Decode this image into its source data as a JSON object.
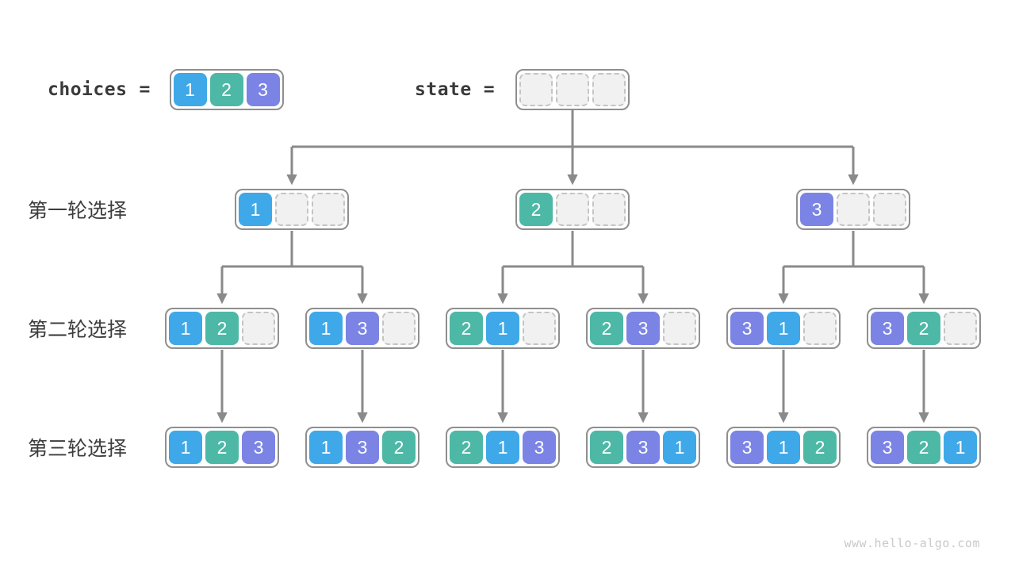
{
  "legend": {
    "choices_label": "choices",
    "state_label": "state",
    "equals": "=",
    "choices_values": [
      "1",
      "2",
      "3"
    ],
    "state_values": [
      "",
      "",
      ""
    ]
  },
  "colors": {
    "1": "#3FA8E8",
    "2": "#4DB8A6",
    "3": "#7B84E4",
    "line": "#8a8a8a",
    "box_border": "#8f8f8f",
    "empty_fill": "#f1f1f1"
  },
  "rows": [
    {
      "label": "第一轮选择",
      "nodes": [
        [
          "1",
          "",
          ""
        ],
        [
          "2",
          "",
          ""
        ],
        [
          "3",
          "",
          ""
        ]
      ]
    },
    {
      "label": "第二轮选择",
      "nodes": [
        [
          "1",
          "2",
          ""
        ],
        [
          "1",
          "3",
          ""
        ],
        [
          "2",
          "1",
          ""
        ],
        [
          "2",
          "3",
          ""
        ],
        [
          "3",
          "1",
          ""
        ],
        [
          "3",
          "2",
          ""
        ]
      ]
    },
    {
      "label": "第三轮选择",
      "nodes": [
        [
          "1",
          "2",
          "3"
        ],
        [
          "1",
          "3",
          "2"
        ],
        [
          "2",
          "1",
          "3"
        ],
        [
          "2",
          "3",
          "1"
        ],
        [
          "3",
          "1",
          "2"
        ],
        [
          "3",
          "2",
          "1"
        ]
      ]
    }
  ],
  "watermark": "www.hello-algo.com"
}
